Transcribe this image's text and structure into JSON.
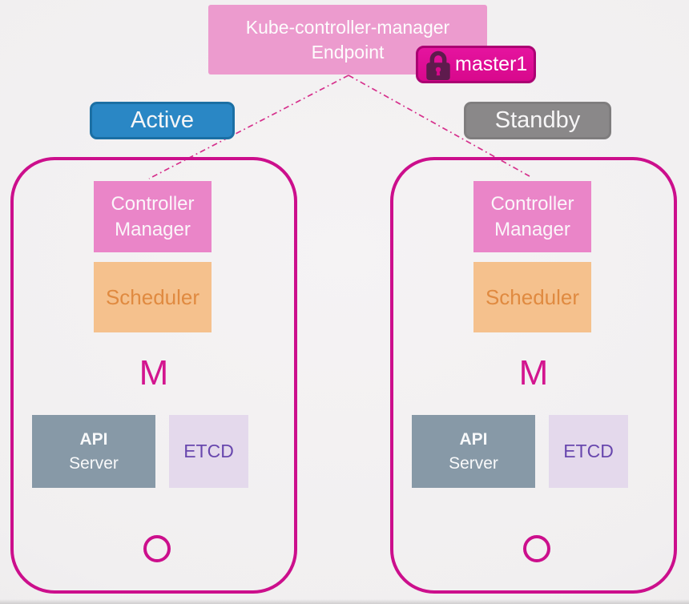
{
  "diagram": {
    "title_context": "Kube-controller-manager HA (Active / Standby)",
    "endpoint": {
      "line1": "Kube-controller-manager",
      "line2": "Endpoint"
    },
    "master_badge": {
      "label": "master1",
      "icon": "lock-icon"
    },
    "active_label": "Active",
    "standby_label": "Standby",
    "nodes": [
      {
        "role": "active",
        "controller_manager": {
          "line1": "Controller",
          "line2": "Manager"
        },
        "scheduler": "Scheduler",
        "master_letter": "M",
        "api_server": {
          "line1": "API",
          "line2": "Server"
        },
        "etcd": "ETCD"
      },
      {
        "role": "standby",
        "controller_manager": {
          "line1": "Controller",
          "line2": "Manager"
        },
        "scheduler": "Scheduler",
        "master_letter": "M",
        "api_server": {
          "line1": "API",
          "line2": "Server"
        },
        "etcd": "ETCD"
      }
    ],
    "colors": {
      "endpoint_fill": "#EC9BCE",
      "master_badge_fill": "#DD0B93",
      "master_badge_border": "#AB0273",
      "lock_icon": "#5E1B4D",
      "active_fill": "#2A87C5",
      "active_border": "#1B6FA4",
      "standby_fill": "#8A8889",
      "node_border": "#CC0F8C",
      "controller_manager_fill": "#EA85C8",
      "scheduler_fill": "#F5C18D",
      "scheduler_text": "#E08A40",
      "api_server_fill": "#8799A7",
      "etcd_fill": "#E4D9EC",
      "etcd_text": "#6847AE",
      "master_letter_text": "#D3158F",
      "connector_line": "#D6308C",
      "background": "#F1EFF0"
    }
  }
}
